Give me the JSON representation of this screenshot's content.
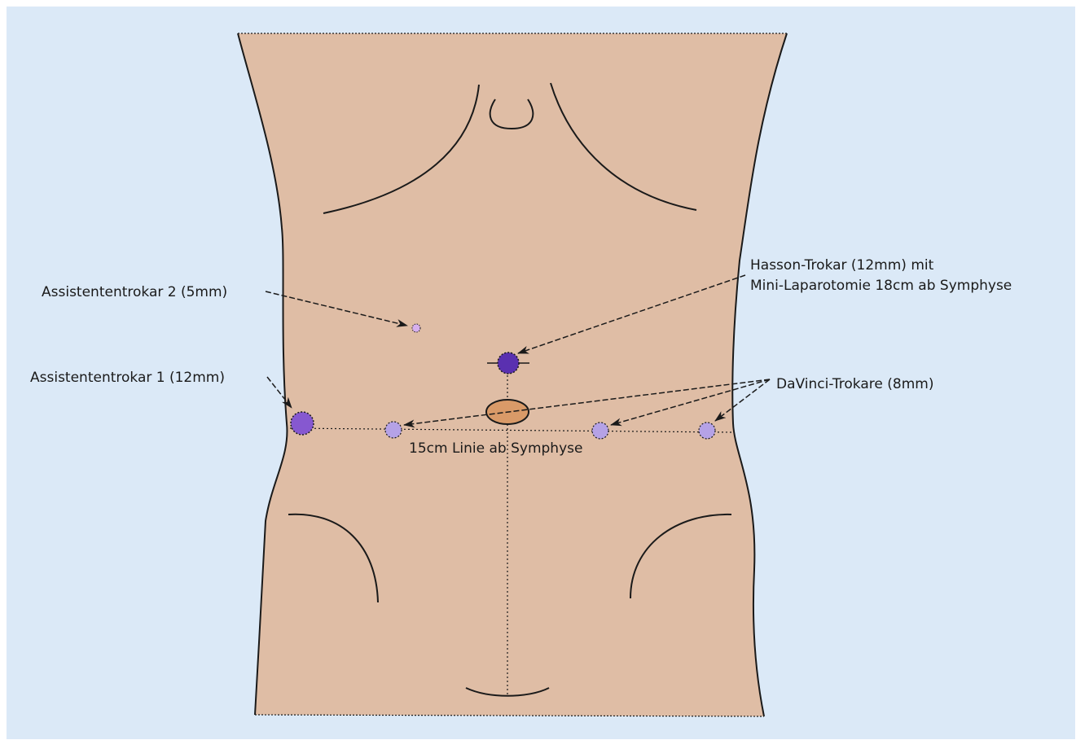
{
  "colors": {
    "background": "#dbe9f7",
    "skin": "#dfbda5",
    "outline": "#1a1a1a",
    "port_large": "#8658d0",
    "port_hasson": "#5a30b0",
    "port_davinci": "#b5a2e6",
    "port_small": "#d7b0ee",
    "umbilicus": "#d99a68"
  },
  "labels": {
    "assistant_2": "Assistententrokar 2 (5mm)",
    "assistant_1": "Assistententrokar 1 (12mm)",
    "hasson_line1": "Hasson-Trokar (12mm) mit",
    "hasson_line2": "Mini-Laparotomie 18cm ab Symphyse",
    "davinci": "DaVinci-Trokare (8mm)",
    "line_15cm": "15cm Linie ab Symphyse"
  },
  "ports": [
    {
      "name": "assistant-port-2-marker",
      "kind": "assistant",
      "size_mm": 5
    },
    {
      "name": "hasson-port-marker",
      "kind": "hasson",
      "size_mm": 12
    },
    {
      "name": "assistant-port-1-marker",
      "kind": "assistant",
      "size_mm": 12
    },
    {
      "name": "davinci-port-1-marker",
      "kind": "davinci",
      "size_mm": 8
    },
    {
      "name": "davinci-port-2-marker",
      "kind": "davinci",
      "size_mm": 8
    },
    {
      "name": "davinci-port-3-marker",
      "kind": "davinci",
      "size_mm": 8
    }
  ]
}
